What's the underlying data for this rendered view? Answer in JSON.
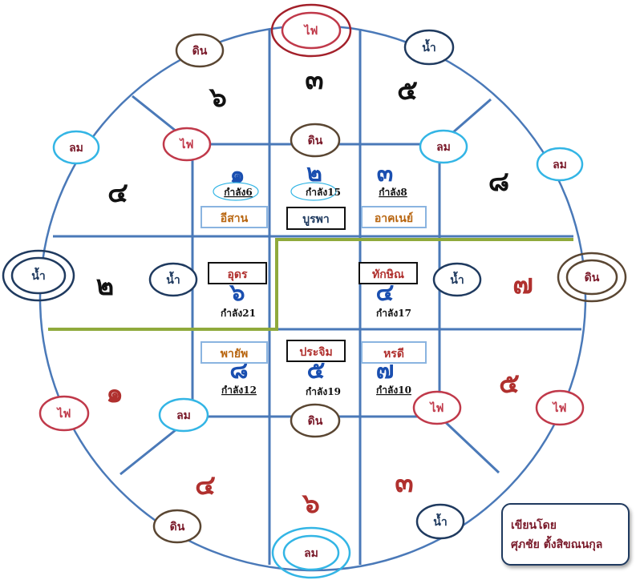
{
  "colors": {
    "line_blue": "#4a79b8",
    "line_green": "#8faa3c",
    "fire": "#c0394a",
    "earth": "#5a4632",
    "wind": "#33b5e5",
    "water": "#1f3a5f",
    "num_black": "#111111",
    "num_red": "#b0302e",
    "num_blue": "#1a4fb0",
    "dir_orange": "#b8650f"
  },
  "elements": {
    "fire": "ไฟ",
    "earth": "ดิน",
    "wind": "ลม",
    "water": "น้ำ"
  },
  "outer_ovals": [
    {
      "element": "fire",
      "label": "ไฟ"
    },
    {
      "element": "earth",
      "label": "ดิน"
    },
    {
      "element": "water",
      "label": "น้ำ"
    },
    {
      "element": "wind",
      "label": "ลม"
    },
    {
      "element": "fire",
      "label": "ไฟ"
    },
    {
      "element": "earth",
      "label": "ดิน"
    },
    {
      "element": "wind",
      "label": "ลม"
    },
    {
      "element": "wind",
      "label": "ลม"
    },
    {
      "element": "water",
      "label": "น้ำ"
    },
    {
      "element": "water",
      "label": "น้ำ"
    },
    {
      "element": "water",
      "label": "น้ำ"
    },
    {
      "element": "earth",
      "label": "ดิน"
    },
    {
      "element": "fire",
      "label": "ไฟ"
    },
    {
      "element": "wind",
      "label": "ลม"
    },
    {
      "element": "earth",
      "label": "ดิน"
    },
    {
      "element": "fire",
      "label": "ไฟ"
    },
    {
      "element": "fire",
      "label": "ไฟ"
    },
    {
      "element": "earth",
      "label": "ดิน"
    },
    {
      "element": "wind",
      "label": "ลม"
    },
    {
      "element": "water",
      "label": "น้ำ"
    }
  ],
  "outer_numbers": [
    {
      "text": "๖",
      "color": "black"
    },
    {
      "text": "๓",
      "color": "black"
    },
    {
      "text": "๕",
      "color": "black"
    },
    {
      "text": "๔",
      "color": "black"
    },
    {
      "text": "๘",
      "color": "black"
    },
    {
      "text": "๒",
      "color": "black"
    },
    {
      "text": "๗",
      "color": "red"
    },
    {
      "text": "๑",
      "color": "red"
    },
    {
      "text": "๕",
      "color": "red"
    },
    {
      "text": "๔",
      "color": "red"
    },
    {
      "text": "๖",
      "color": "red"
    },
    {
      "text": "๓",
      "color": "red"
    }
  ],
  "inner_cells": [
    {
      "number": "๑",
      "kamlang": "กำลัง6",
      "direction": "อีสาน",
      "dir_style": "orange"
    },
    {
      "number": "๒",
      "kamlang": "กำลัง15",
      "direction": "บูรพา",
      "dir_style": "black"
    },
    {
      "number": "๓",
      "kamlang": "กำลัง8",
      "direction": "อาคเนย์",
      "dir_style": "orange"
    },
    {
      "number": "๖",
      "kamlang": "กำลัง21",
      "direction": "อุดร",
      "dir_style": "red"
    },
    {
      "number": "๔",
      "kamlang": "กำลัง17",
      "direction": "ทักษิณ",
      "dir_style": "red"
    },
    {
      "number": "๘",
      "kamlang": "กำลัง12",
      "direction": "พายัพ",
      "dir_style": "orange"
    },
    {
      "number": "๕",
      "kamlang": "กำลัง19",
      "direction": "ประจิม",
      "dir_style": "red"
    },
    {
      "number": "๗",
      "kamlang": "กำลัง10",
      "direction": "หรดี",
      "dir_style": "red"
    }
  ],
  "author": {
    "line1": "เขียนโดย",
    "line2": "ศุภชัย ตั้งสิขณนกุล"
  }
}
